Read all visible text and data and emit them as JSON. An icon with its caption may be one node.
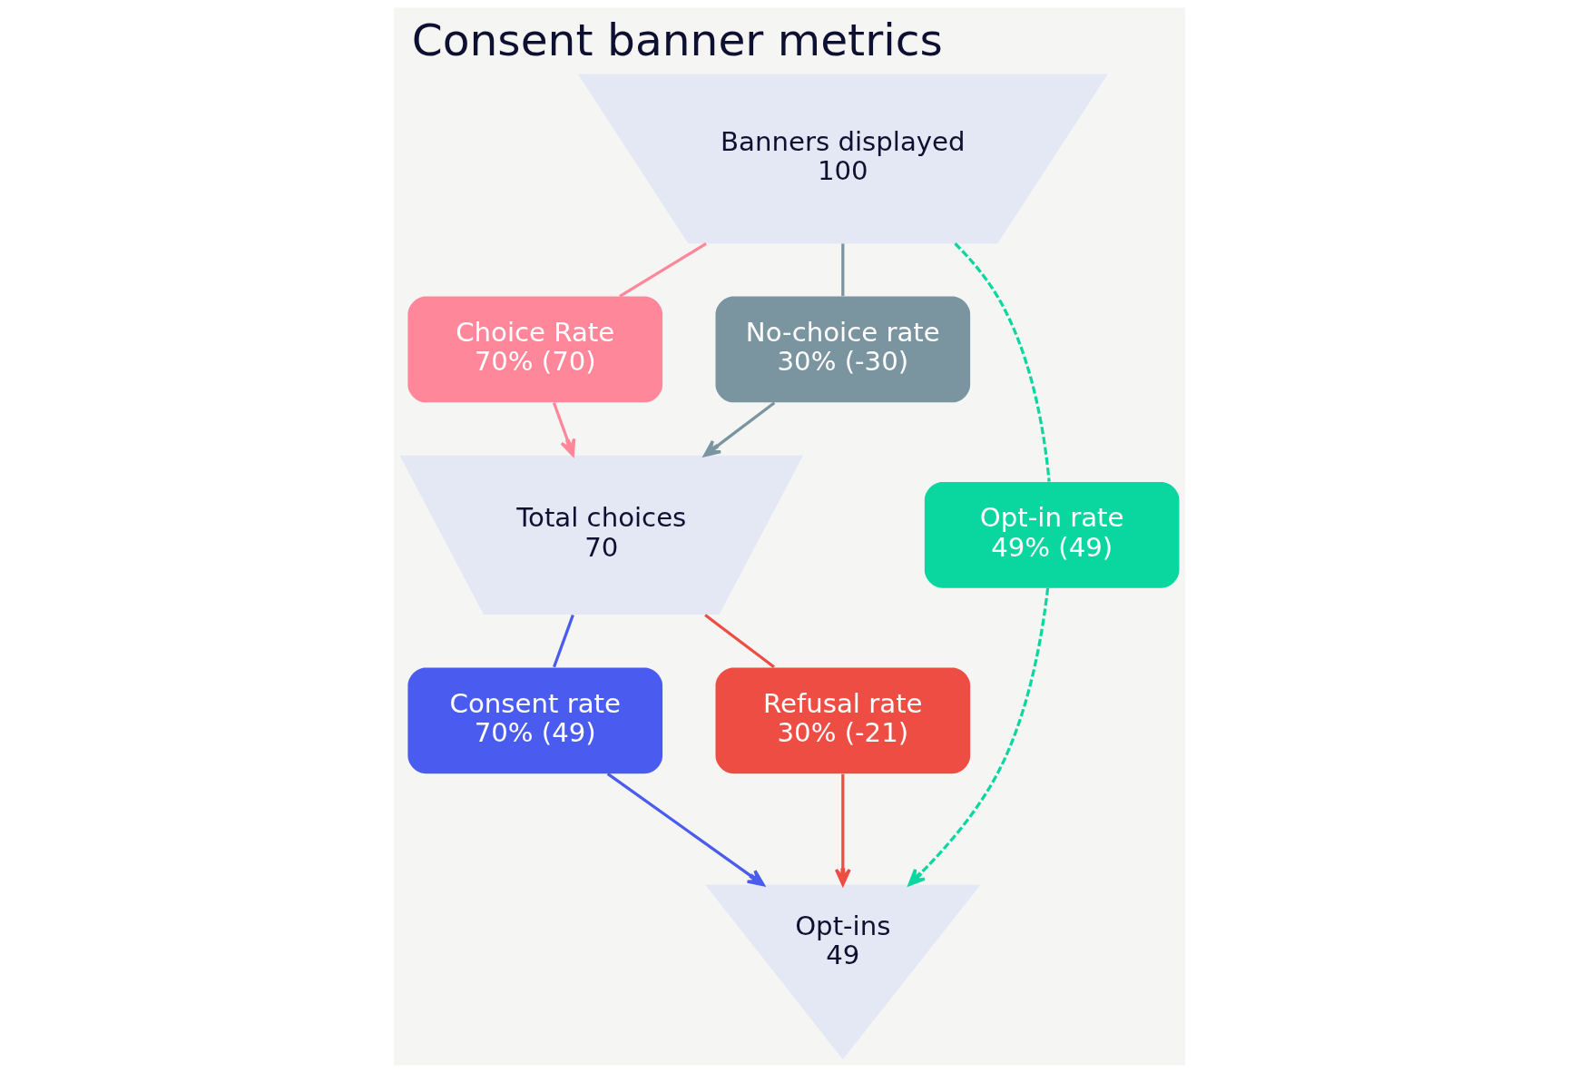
{
  "diagram": {
    "title": "Consent banner metrics",
    "nodes": [
      {
        "text": [
          "Banners displayed",
          "100"
        ]
      },
      {
        "text": [
          "Total choices",
          "70"
        ]
      },
      {
        "text": [
          "Opt-ins",
          "49"
        ]
      },
      {
        "text": [
          "Choice Rate",
          "70% (70)"
        ]
      },
      {
        "text": [
          "No-choice rate",
          "30% (-30)"
        ]
      },
      {
        "text": [
          "Opt-in rate",
          "49% (49)"
        ]
      },
      {
        "text": [
          "Consent rate",
          "70% (49)"
        ]
      },
      {
        "text": [
          "Refusal rate",
          "30% (-21)"
        ]
      }
    ],
    "edges": [
      {
        "from": 0,
        "to": 3,
        "arrow": "none",
        "color": "#ff8799"
      },
      {
        "from": 3,
        "to": 1,
        "arrow": "to",
        "color": "#ff8799"
      },
      {
        "from": 0,
        "to": 4,
        "arrow": "none",
        "color": "#7a95a0"
      },
      {
        "from": 4,
        "to": 1,
        "arrow": "to",
        "color": "#7a95a0"
      },
      {
        "from": 1,
        "to": 6,
        "arrow": "none",
        "color": "#4a5cf0"
      },
      {
        "from": 6,
        "to": 2,
        "arrow": "to",
        "color": "#4a5cf0"
      },
      {
        "from": 1,
        "to": 7,
        "arrow": "none",
        "color": "#ee4d44"
      },
      {
        "from": 7,
        "to": 2,
        "arrow": "to",
        "color": "#ee4d44"
      },
      {
        "from": 0,
        "to": 5,
        "arrow": "none",
        "style": "dashed",
        "color": "#0ad6a0"
      },
      {
        "from": 5,
        "to": 2,
        "arrow": "to",
        "style": "dashed",
        "color": "#0ad6a0"
      }
    ]
  }
}
